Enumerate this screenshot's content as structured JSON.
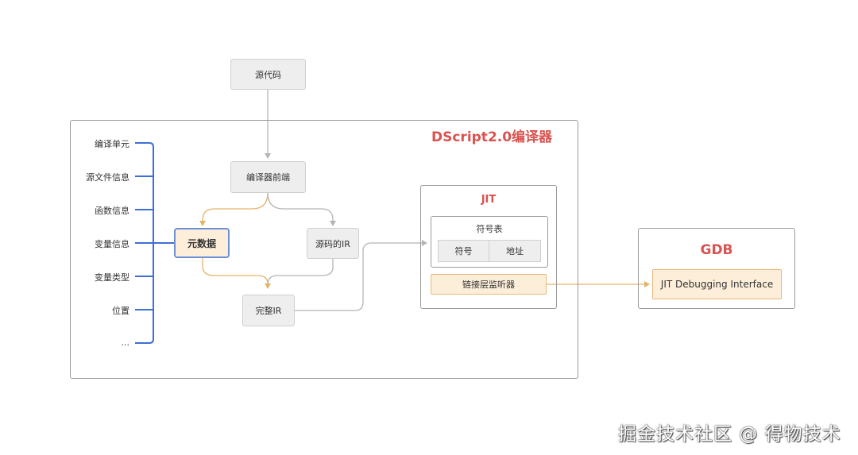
{
  "nodes": {
    "source_code": "源代码",
    "frontend": "编译器前端",
    "metadata": "元数据",
    "source_ir": "源码的IR",
    "complete_ir": "完整IR"
  },
  "compiler": {
    "title": "DScript2.0编译器"
  },
  "metadata_items": [
    "编译单元",
    "源文件信息",
    "函数信息",
    "变量信息",
    "变量类型",
    "位置",
    "..."
  ],
  "jit": {
    "title": "JIT",
    "symbol_table": {
      "title": "符号表",
      "columns": [
        "符号",
        "地址"
      ]
    },
    "linker_listener": "链接层监听器"
  },
  "gdb": {
    "title": "GDB",
    "interface": "JIT Debugging Interface"
  },
  "watermark": "掘金技术社区 @ 得物技术",
  "colors": {
    "gray_arrow": "#b5b5b5",
    "orange_arrow": "#e5b367",
    "blue_brace": "#3b6fd6",
    "title_red": "#d9534f"
  }
}
